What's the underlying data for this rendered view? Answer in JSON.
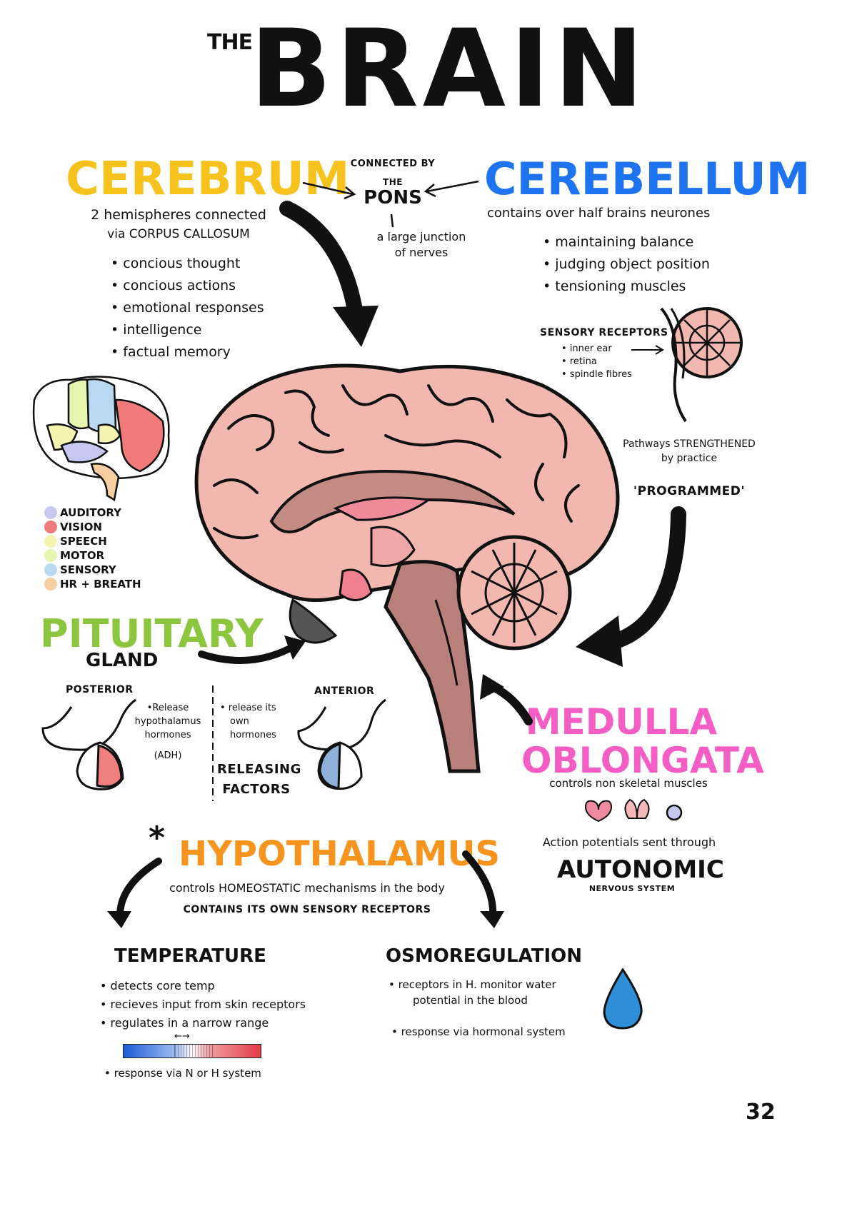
{
  "title": {
    "small": "THE",
    "main": "BRAIN"
  },
  "cerebrum": {
    "heading": "CEREBRUM",
    "desc_line1": "2 hemispheres connected",
    "desc_line2": "via CORPUS CALLOSUM",
    "bullets": [
      "concious thought",
      "concious actions",
      "emotional responses",
      "intelligence",
      "factual memory"
    ]
  },
  "pons": {
    "connected_by": "CONNECTED BY",
    "the": "THE",
    "name": "PONS",
    "desc_line1": "a large junction",
    "desc_line2": "of nerves"
  },
  "cerebellum": {
    "heading": "CEREBELLUM",
    "desc": "contains over half brains neurones",
    "bullets": [
      "maintaining balance",
      "judging object position",
      "tensioning muscles"
    ],
    "receptors_title": "SENSORY RECEPTORS",
    "receptors": [
      "inner ear",
      "retina",
      "spindle fibres"
    ],
    "pathways_line1": "Pathways STRENGTHENED",
    "pathways_line2": "by practice",
    "programmed": "'PROGRAMMED'"
  },
  "legend": {
    "items": [
      {
        "label": "AUDITORY",
        "color": "#c6c8f2"
      },
      {
        "label": "VISION",
        "color": "#f07a7a"
      },
      {
        "label": "SPEECH",
        "color": "#f5f3b0"
      },
      {
        "label": "MOTOR",
        "color": "#e6f5b0"
      },
      {
        "label": "SENSORY",
        "color": "#b9d8f2"
      },
      {
        "label": "HR + BREATH",
        "color": "#f7cda2"
      }
    ]
  },
  "pituitary": {
    "heading": "PITUITARY",
    "subheading": "GLAND",
    "posterior": "POSTERIOR",
    "anterior": "ANTERIOR",
    "posterior_text": [
      "•Release",
      "hypothalamus",
      "hormones",
      "(ADH)"
    ],
    "anterior_text": [
      "• release its",
      "own",
      "hormones"
    ],
    "releasing": [
      "RELEASING",
      "FACTORS"
    ]
  },
  "medulla": {
    "heading_line1": "MEDULLA",
    "heading_line2": "OBLONGATA",
    "desc": "controls non skeletal muscles",
    "action": "Action potentials sent through",
    "autonomic": "AUTONOMIC",
    "nervous_system": "NERVOUS SYSTEM"
  },
  "hypothalamus": {
    "star": "*",
    "heading": "HYPOTHALAMUS",
    "desc1": "controls HOMEOSTATIC mechanisms in the body",
    "desc2": "CONTAINS ITS OWN SENSORY RECEPTORS"
  },
  "temperature": {
    "heading": "TEMPERATURE",
    "bullets": [
      "detects core temp",
      "recieves input from skin receptors",
      "regulates in a narrow range"
    ],
    "response": "response via N or H system"
  },
  "osmoregulation": {
    "heading": "OSMOREGULATION",
    "bullet1_line1": "receptors in H. monitor water",
    "bullet1_line2": "potential in the blood",
    "bullet2": "response via hormonal system"
  },
  "page_number": "32",
  "colors": {
    "brain_pink": "#f2b8b0",
    "stem": "#b97f7a",
    "pituitary_red": "#f08080",
    "pituitary_blue": "#8fb0d8",
    "drop_blue": "#2e8fd8"
  }
}
